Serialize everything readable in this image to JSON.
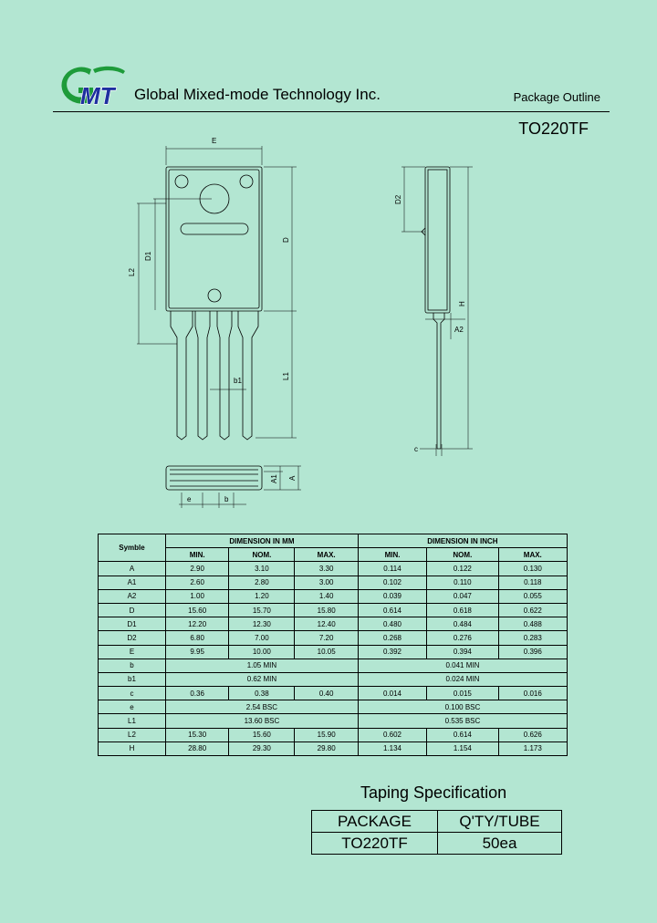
{
  "header": {
    "logo_text": "GMT",
    "company": "Global Mixed-mode Technology Inc.",
    "doc_type": "Package Outline",
    "package_name": "TO220TF"
  },
  "drawing_labels": {
    "E": "E",
    "D": "D",
    "D1": "D1",
    "L2": "L2",
    "L1": "L1",
    "b1": "b1",
    "D2": "D2",
    "H": "H",
    "A2": "A2",
    "c": "c",
    "A1": "A1",
    "A": "A",
    "e": "e",
    "b": "b"
  },
  "dimension_table": {
    "symbol_header": "Symble",
    "mm_header": "DIMENSION IN MM",
    "inch_header": "DIMENSION IN INCH",
    "sub_headers": [
      "MIN.",
      "NOM.",
      "MAX.",
      "MIN.",
      "NOM.",
      "MAX."
    ],
    "rows": [
      {
        "symbol": "A",
        "values": [
          "2.90",
          "3.10",
          "3.30",
          "0.114",
          "0.122",
          "0.130"
        ]
      },
      {
        "symbol": "A1",
        "values": [
          "2.60",
          "2.80",
          "3.00",
          "0.102",
          "0.110",
          "0.118"
        ]
      },
      {
        "symbol": "A2",
        "values": [
          "1.00",
          "1.20",
          "1.40",
          "0.039",
          "0.047",
          "0.055"
        ]
      },
      {
        "symbol": "D",
        "values": [
          "15.60",
          "15.70",
          "15.80",
          "0.614",
          "0.618",
          "0.622"
        ]
      },
      {
        "symbol": "D1",
        "values": [
          "12.20",
          "12.30",
          "12.40",
          "0.480",
          "0.484",
          "0.488"
        ]
      },
      {
        "symbol": "D2",
        "values": [
          "6.80",
          "7.00",
          "7.20",
          "0.268",
          "0.276",
          "0.283"
        ]
      },
      {
        "symbol": "E",
        "values": [
          "9.95",
          "10.00",
          "10.05",
          "0.392",
          "0.394",
          "0.396"
        ]
      },
      {
        "symbol": "b",
        "mm": "1.05 MIN",
        "inch": "0.041 MIN"
      },
      {
        "symbol": "b1",
        "mm": "0.62 MIN",
        "inch": "0.024 MIN"
      },
      {
        "symbol": "c",
        "values": [
          "0.36",
          "0.38",
          "0.40",
          "0.014",
          "0.015",
          "0.016"
        ]
      },
      {
        "symbol": "e",
        "mm": "2.54 BSC",
        "inch": "0.100 BSC"
      },
      {
        "symbol": "L1",
        "mm": "13.60 BSC",
        "inch": "0.535 BSC"
      },
      {
        "symbol": "L2",
        "values": [
          "15.30",
          "15.60",
          "15.90",
          "0.602",
          "0.614",
          "0.626"
        ]
      },
      {
        "symbol": "H",
        "values": [
          "28.80",
          "29.30",
          "29.80",
          "1.134",
          "1.154",
          "1.173"
        ]
      }
    ]
  },
  "taping": {
    "title": "Taping Specification",
    "headers": [
      "PACKAGE",
      "Q'TY/TUBE"
    ],
    "row": [
      "TO220TF",
      "50ea"
    ]
  },
  "colors": {
    "background": "#b3e6d2",
    "logo_green": "#1e9b3a",
    "logo_blue": "#1e2fa0"
  }
}
